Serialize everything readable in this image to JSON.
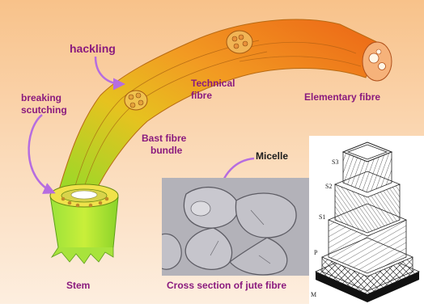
{
  "labels": {
    "hackling": "hackling",
    "breaking": "breaking",
    "scutching": "scutching",
    "technical_1": "Technical",
    "technical_2": "fibre",
    "elementary": "Elementary fibre",
    "bast_1": "Bast fibre",
    "bast_2": "bundle",
    "micelle": "Micelle",
    "stem": "Stem",
    "cross_section": "Cross section of jute fibre"
  },
  "cell_wall_layers": {
    "s3": "S3",
    "s2": "S2",
    "s1": "S1",
    "p": "P",
    "m": "M"
  },
  "colors": {
    "background_top": "#f9c893",
    "background_bottom": "#fde8d2",
    "label_purple": "#8a1a7e",
    "arrow_purple": "#b66de0",
    "fibre_green": "#9cdc2c",
    "fibre_orange": "#ef6a18"
  }
}
